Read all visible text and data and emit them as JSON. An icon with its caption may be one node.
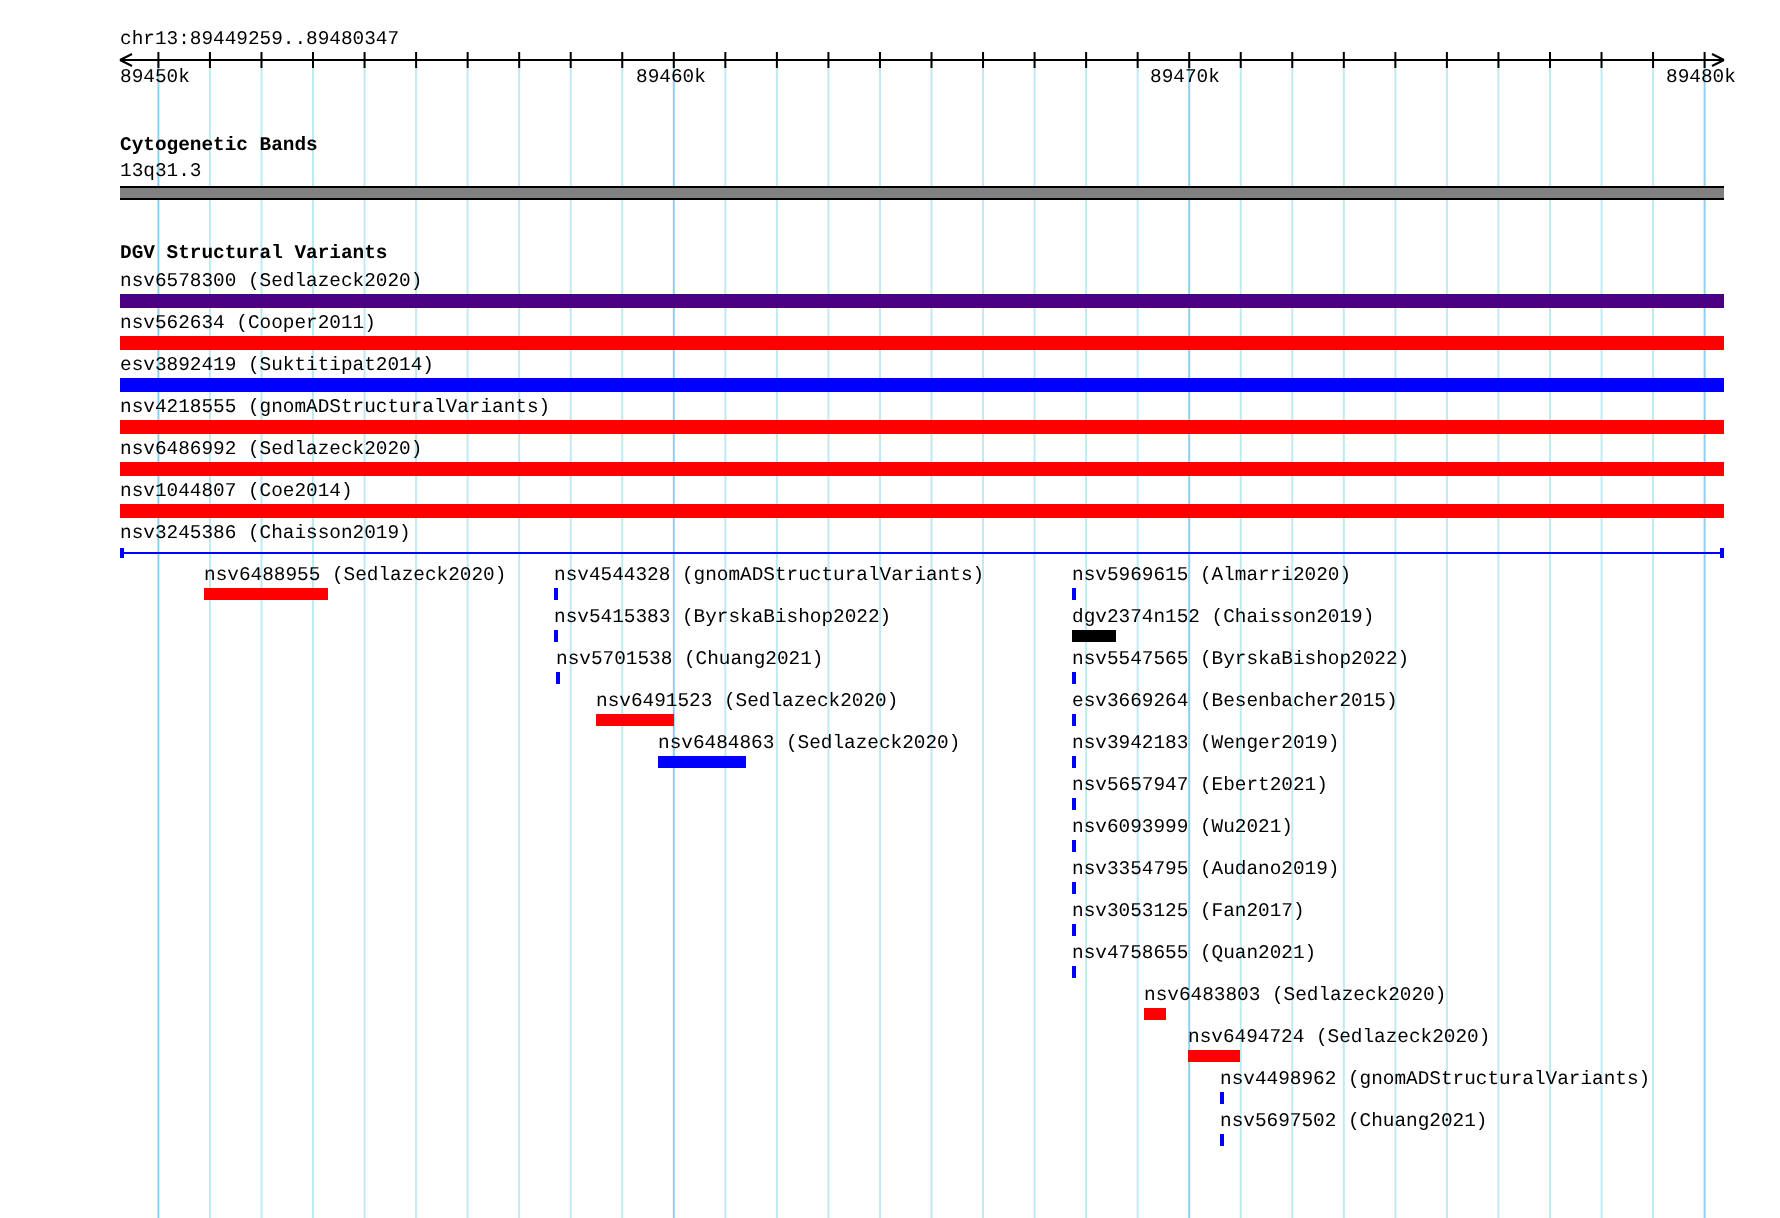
{
  "diagram": {
    "nodes": [
      {
        "text": [
          "13q31.3"
        ]
      },
      {
        "text": [
          "nsv6578300 (Sedlazeck2020)"
        ]
      },
      {
        "text": [
          "nsv562634 (Cooper2011)"
        ]
      },
      {
        "text": [
          "esv3892419 (Suktitipat2014)"
        ]
      },
      {
        "text": [
          "nsv4218555 (gnomADStructuralVariants)"
        ]
      },
      {
        "text": [
          "nsv6486992 (Sedlazeck2020)"
        ]
      },
      {
        "text": [
          "nsv1044807 (Coe2014)"
        ]
      },
      {
        "text": [
          "nsv3245386 (Chaisson2019)"
        ]
      },
      {
        "text": [
          "nsv6488955 (Sedlazeck2020)"
        ]
      },
      {
        "text": [
          "nsv4544328 (gnomADStructuralVariants)"
        ]
      },
      {
        "text": [
          "nsv5415383 (ByrskaBishop2022)"
        ]
      },
      {
        "text": [
          "nsv5701538 (Chuang2021)"
        ]
      },
      {
        "text": [
          "nsv6491523 (Sedlazeck2020)"
        ]
      },
      {
        "text": [
          "nsv6484863 (Sedlazeck2020)"
        ]
      },
      {
        "text": [
          "nsv5969615 (Almarri2020)"
        ]
      },
      {
        "text": [
          "dgv2374n152 (Chaisson2019)"
        ]
      },
      {
        "text": [
          "nsv5547565 (ByrskaBishop2022)"
        ]
      },
      {
        "text": [
          "esv3669264 (Besenbacher2015)"
        ]
      },
      {
        "text": [
          "nsv3942183 (Wenger2019)"
        ]
      },
      {
        "text": [
          "nsv5657947 (Ebert2021)"
        ]
      },
      {
        "text": [
          "nsv6093999 (Wu2021)"
        ]
      },
      {
        "text": [
          "nsv3354795 (Audano2019)"
        ]
      },
      {
        "text": [
          "nsv3053125 (Fan2017)"
        ]
      },
      {
        "text": [
          "nsv4758655 (Quan2021)"
        ]
      },
      {
        "text": [
          "nsv6483803 (Sedlazeck2020)"
        ]
      },
      {
        "text": [
          "nsv6494724 (Sedlazeck2020)"
        ]
      },
      {
        "text": [
          "nsv4498962 (gnomADStructuralVariants)"
        ]
      },
      {
        "text": [
          "nsv5697502 (Chuang2021)"
        ]
      }
    ],
    "labels": [
      "chr13:89449259..89480347",
      "89450k",
      "89460k",
      "89470k",
      "89480k",
      "Cytogenetic Bands",
      "DGV Structural Variants"
    ]
  }
}
